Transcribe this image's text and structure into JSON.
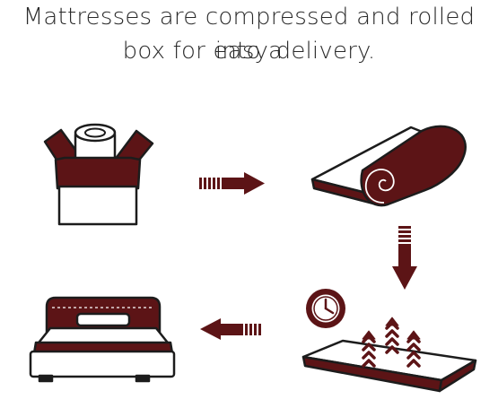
{
  "caption": {
    "line1": "Mattresses are compressed and rolled into a",
    "line2": "box for easy delivery."
  },
  "colors": {
    "maroon": "#5c1416",
    "outline": "#1c1c1c",
    "background": "#ffffff"
  },
  "steps": [
    {
      "id": "boxed",
      "icon": "open-box-with-rolled-mattress-icon"
    },
    {
      "id": "unroll",
      "icon": "unrolling-mattress-icon"
    },
    {
      "id": "expand",
      "icon": "expanding-mattress-with-clock-icon"
    },
    {
      "id": "bed",
      "icon": "made-bed-icon"
    }
  ],
  "arrows": [
    {
      "from": "boxed",
      "to": "unroll",
      "direction": "right"
    },
    {
      "from": "unroll",
      "to": "expand",
      "direction": "down"
    },
    {
      "from": "expand",
      "to": "bed",
      "direction": "left"
    }
  ]
}
